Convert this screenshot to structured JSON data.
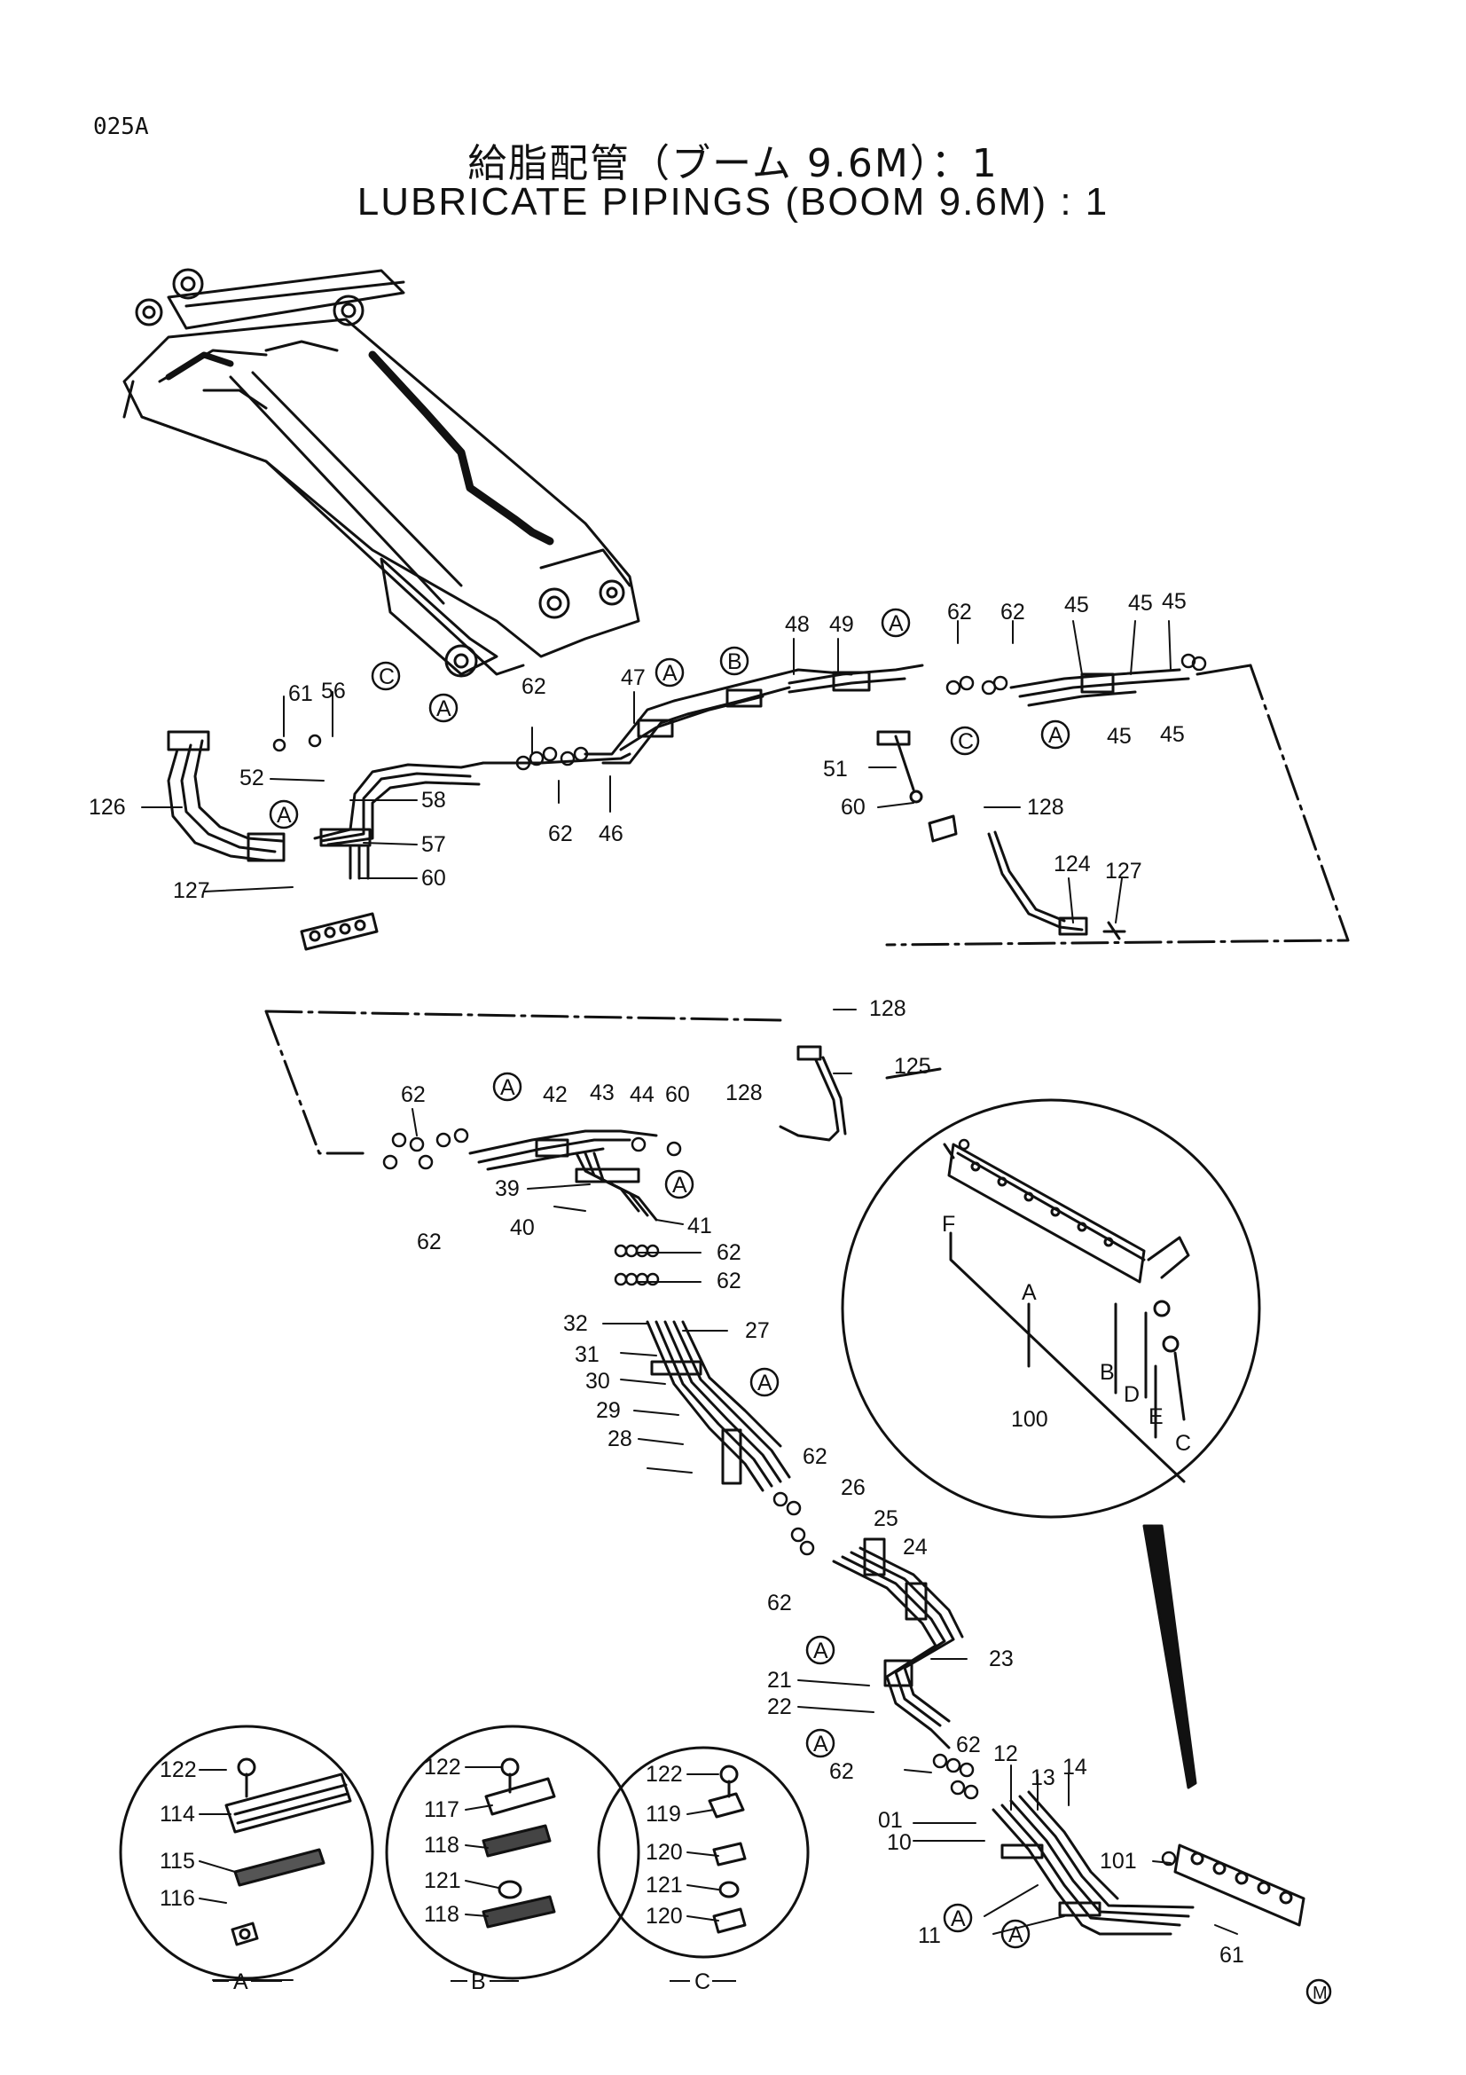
{
  "page_code": "025A",
  "title_jp": "給脂配管（ブーム 9.6M）：1",
  "title_en": "LUBRICATE PIPINGS (BOOM 9.6M) : 1",
  "mark": "M",
  "callout_refs": {
    "a": "A",
    "b": "B",
    "c": "C"
  },
  "detail_a": {
    "letter": "A",
    "items": [
      "122",
      "114",
      "115",
      "116"
    ]
  },
  "detail_b": {
    "letter": "B",
    "items": [
      "122",
      "117",
      "118",
      "121",
      "118"
    ]
  },
  "detail_c": {
    "letter": "C",
    "items": [
      "122",
      "119",
      "120",
      "121",
      "120"
    ]
  },
  "detail_big": {
    "labels": [
      "F",
      "A",
      "100",
      "B",
      "D",
      "E",
      "C"
    ]
  },
  "labels": {
    "p61": "61",
    "p56": "56",
    "p52": "52",
    "p58": "58",
    "p126": "126",
    "p57": "57",
    "p60a": "60",
    "p127a": "127",
    "p62a": "62",
    "p62b": "62",
    "p47": "47",
    "p46": "46",
    "p48": "48",
    "p49": "49",
    "p62c": "62",
    "p62d": "62",
    "p45a": "45",
    "p45b": "45",
    "p45c": "45",
    "p45d": "45",
    "p45e": "45",
    "p51": "51",
    "p60b": "60",
    "p128a": "128",
    "p124": "124",
    "p127b": "127",
    "p128b": "128",
    "p125": "125",
    "p62e": "62",
    "p42": "42",
    "p43": "43",
    "p44": "44",
    "p60c": "60",
    "p128c": "128",
    "p39": "39",
    "p40": "40",
    "p41": "41",
    "p62f": "62",
    "p62g": "62",
    "p62h": "62",
    "p32": "32",
    "p27": "27",
    "p31": "31",
    "p30": "30",
    "p29": "29",
    "p28": "28",
    "p62i": "62",
    "p62j": "62",
    "p26": "26",
    "p25": "25",
    "p24": "24",
    "p23": "23",
    "p21": "21",
    "p22": "22",
    "p62k": "62",
    "p62l": "62",
    "p12": "12",
    "p13": "13",
    "p14": "14",
    "p01": "01",
    "p10": "10",
    "p11": "11",
    "p101": "101",
    "p61b": "61"
  }
}
